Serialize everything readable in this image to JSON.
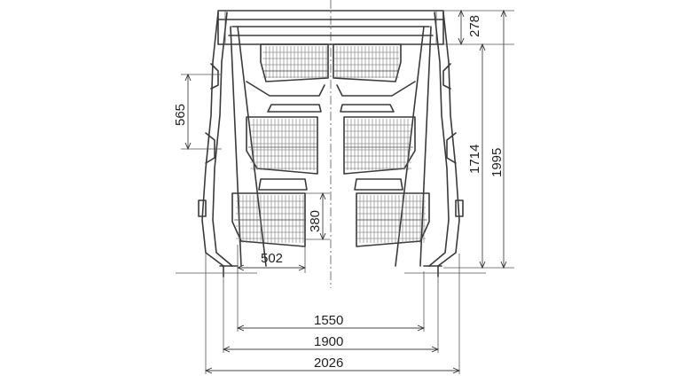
{
  "dimensions": {
    "top_height": "278",
    "upper_tier_spacing": "565",
    "lower_tier_height": "380",
    "cage_width": "502",
    "width_inner": "1550",
    "width_mid": "1900",
    "width_overall": "2026",
    "height_frame": "1714",
    "height_overall": "1995"
  },
  "colors": {
    "line": "#3a3a3a",
    "background": "#ffffff"
  }
}
